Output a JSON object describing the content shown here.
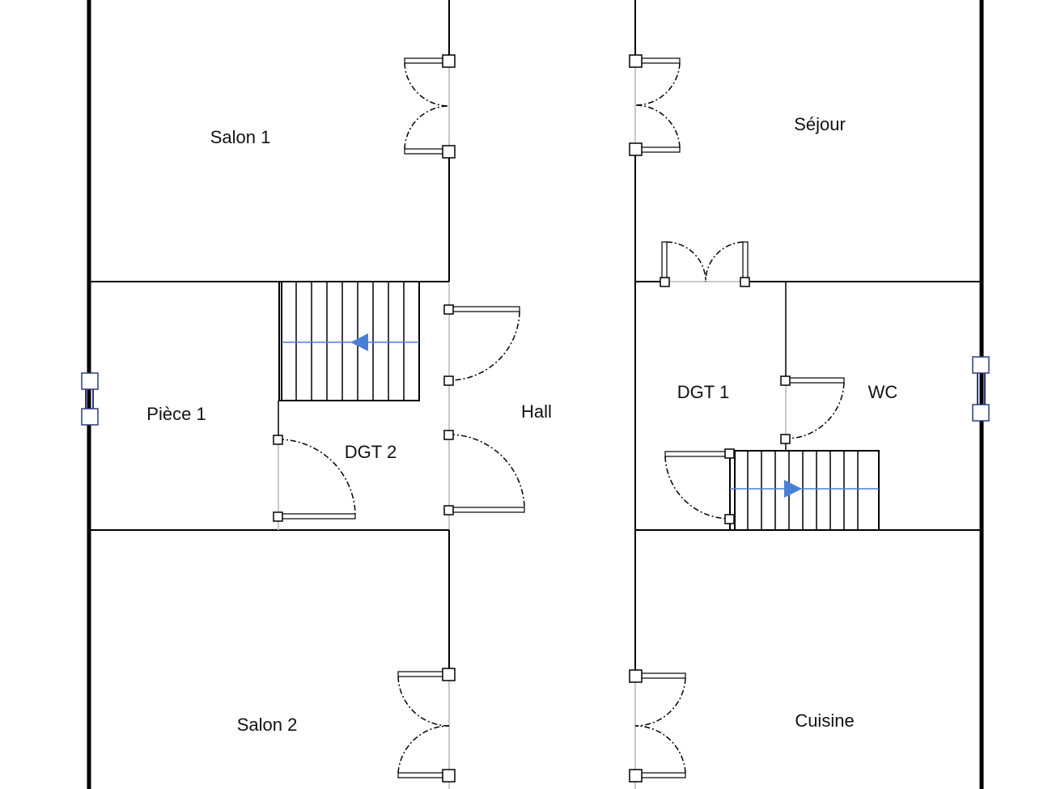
{
  "plan": {
    "rooms": [
      {
        "id": "salon-1",
        "label": "Salon 1"
      },
      {
        "id": "sejour",
        "label": "Séjour"
      },
      {
        "id": "piece-1",
        "label": "Pièce 1"
      },
      {
        "id": "dgt-2",
        "label": "DGT 2"
      },
      {
        "id": "hall",
        "label": "Hall"
      },
      {
        "id": "dgt-1",
        "label": "DGT 1"
      },
      {
        "id": "wc",
        "label": "WC"
      },
      {
        "id": "salon-2",
        "label": "Salon 2"
      },
      {
        "id": "cuisine",
        "label": "Cuisine"
      }
    ],
    "colors": {
      "walls": "#000000",
      "stair_arrow": "#4a7fd6",
      "window": "#2e3a7a"
    }
  }
}
